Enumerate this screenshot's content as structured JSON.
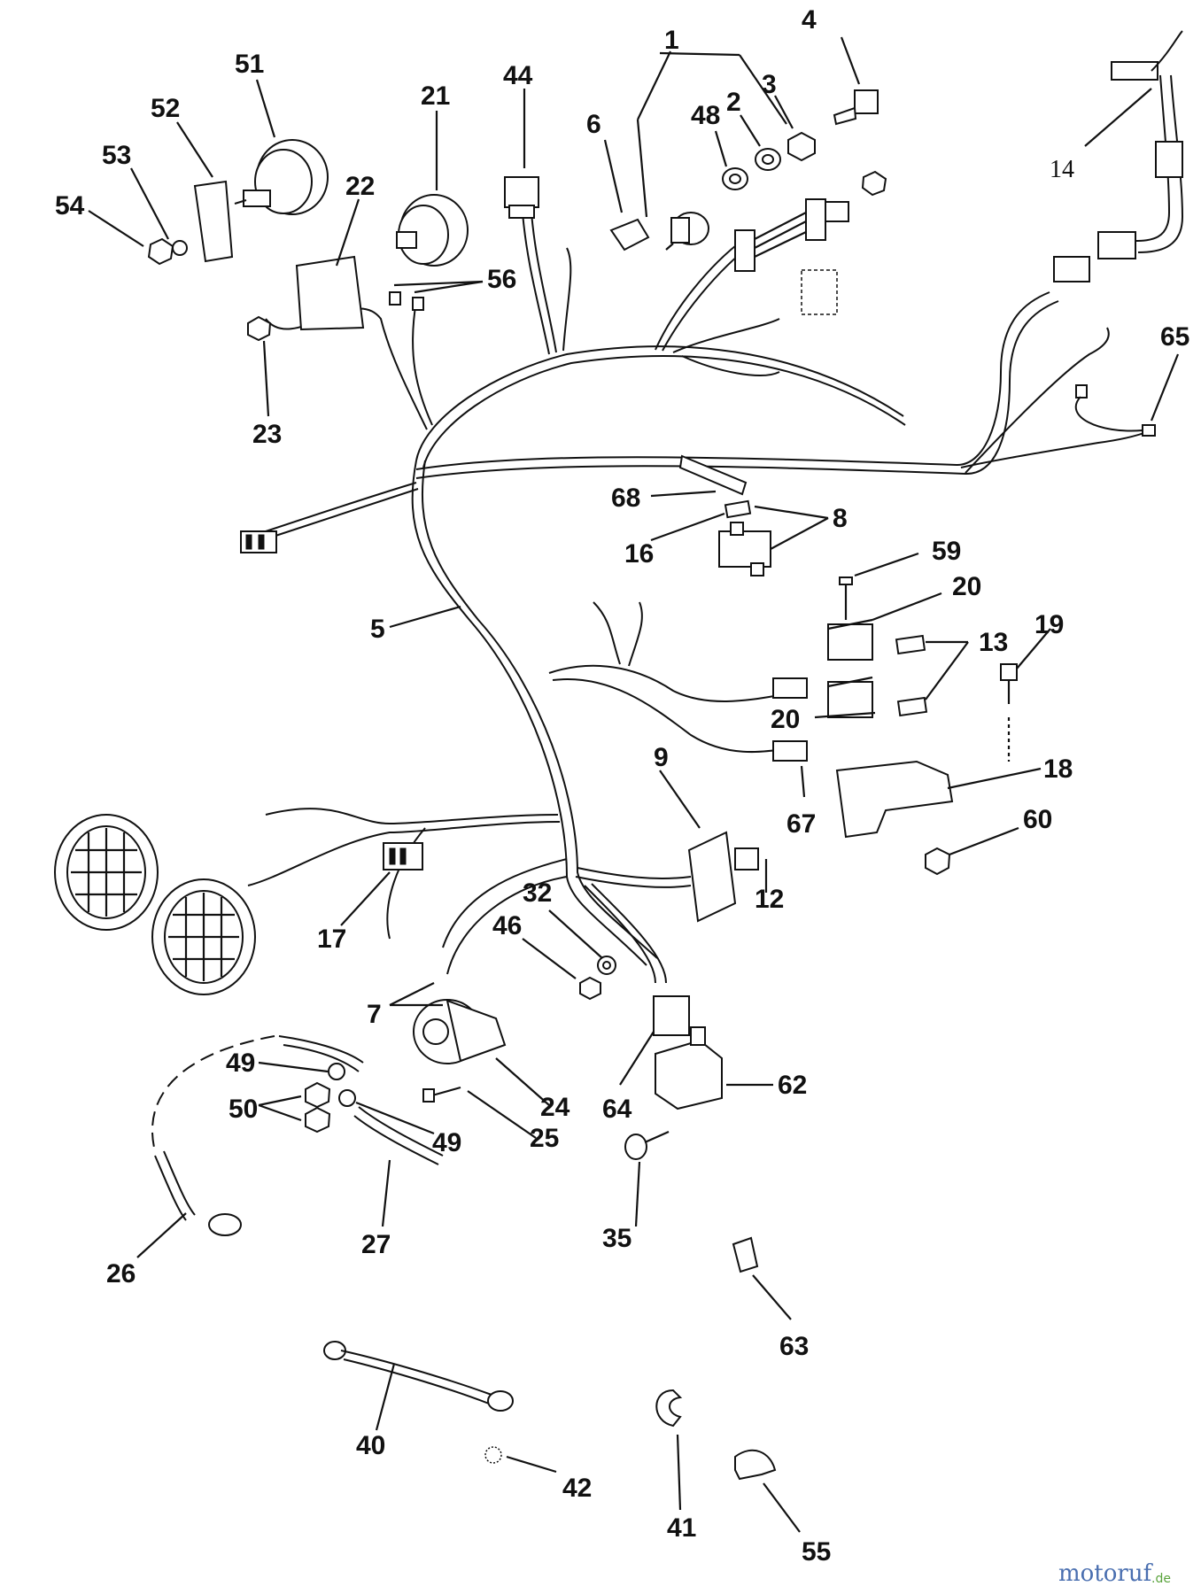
{
  "callouts": [
    {
      "id": "c1",
      "text": "1"
    },
    {
      "id": "c2",
      "text": "2"
    },
    {
      "id": "c3",
      "text": "3"
    },
    {
      "id": "c4",
      "text": "4"
    },
    {
      "id": "c5",
      "text": "5"
    },
    {
      "id": "c6",
      "text": "6"
    },
    {
      "id": "c7",
      "text": "7"
    },
    {
      "id": "c8",
      "text": "8"
    },
    {
      "id": "c9",
      "text": "9"
    },
    {
      "id": "c12",
      "text": "12"
    },
    {
      "id": "c13",
      "text": "13"
    },
    {
      "id": "c14",
      "text": "14"
    },
    {
      "id": "c16",
      "text": "16"
    },
    {
      "id": "c17",
      "text": "17"
    },
    {
      "id": "c18",
      "text": "18"
    },
    {
      "id": "c19",
      "text": "19"
    },
    {
      "id": "c20a",
      "text": "20"
    },
    {
      "id": "c20b",
      "text": "20"
    },
    {
      "id": "c21",
      "text": "21"
    },
    {
      "id": "c22",
      "text": "22"
    },
    {
      "id": "c23",
      "text": "23"
    },
    {
      "id": "c24",
      "text": "24"
    },
    {
      "id": "c25",
      "text": "25"
    },
    {
      "id": "c26",
      "text": "26"
    },
    {
      "id": "c27",
      "text": "27"
    },
    {
      "id": "c32",
      "text": "32"
    },
    {
      "id": "c35",
      "text": "35"
    },
    {
      "id": "c40",
      "text": "40"
    },
    {
      "id": "c41",
      "text": "41"
    },
    {
      "id": "c42",
      "text": "42"
    },
    {
      "id": "c44",
      "text": "44"
    },
    {
      "id": "c46",
      "text": "46"
    },
    {
      "id": "c48",
      "text": "48"
    },
    {
      "id": "c49a",
      "text": "49"
    },
    {
      "id": "c49b",
      "text": "49"
    },
    {
      "id": "c50",
      "text": "50"
    },
    {
      "id": "c51",
      "text": "51"
    },
    {
      "id": "c52",
      "text": "52"
    },
    {
      "id": "c53",
      "text": "53"
    },
    {
      "id": "c54",
      "text": "54"
    },
    {
      "id": "c55",
      "text": "55"
    },
    {
      "id": "c56",
      "text": "56"
    },
    {
      "id": "c59",
      "text": "59"
    },
    {
      "id": "c60",
      "text": "60"
    },
    {
      "id": "c62",
      "text": "62"
    },
    {
      "id": "c63",
      "text": "63"
    },
    {
      "id": "c64",
      "text": "64"
    },
    {
      "id": "c65",
      "text": "65"
    },
    {
      "id": "c67",
      "text": "67"
    },
    {
      "id": "c68",
      "text": "68"
    }
  ],
  "watermark": {
    "main": "motoruf",
    "suffix": ".de"
  },
  "colors": {
    "ink": "#111111",
    "background": "#ffffff",
    "watermark_blue": "#4a6fb0",
    "watermark_green": "#5aa33c"
  }
}
